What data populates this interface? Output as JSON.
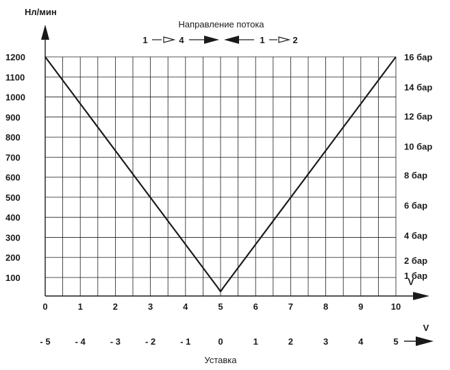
{
  "chart_data": {
    "type": "line",
    "ylabel": "Нл/мин",
    "flow_title": "Направление потока",
    "flow_left": {
      "from": "1",
      "to": "4"
    },
    "flow_right": {
      "from": "1",
      "to": "2"
    },
    "x_top_axis_label": "V",
    "x_top_ticks": [
      "0",
      "1",
      "2",
      "3",
      "4",
      "5",
      "6",
      "7",
      "8",
      "9",
      "10"
    ],
    "x_bottom_axis_label": "V",
    "x_bottom_ticks": [
      "- 5",
      "- 4",
      "- 3",
      "- 2",
      "- 1",
      "0",
      "1",
      "2",
      "3",
      "4",
      "5"
    ],
    "xlabel": "Уставка",
    "xlim": [
      0,
      10
    ],
    "y_ticks": [
      "100",
      "200",
      "300",
      "400",
      "500",
      "600",
      "700",
      "800",
      "900",
      "1000",
      "1100",
      "1200"
    ],
    "ylim": [
      0,
      1200
    ],
    "y2_labels": [
      {
        "text": "16 бар",
        "y": 1200
      },
      {
        "text": "14 бар",
        "y": 1050
      },
      {
        "text": "12 бар",
        "y": 905
      },
      {
        "text": "10 бар",
        "y": 755
      },
      {
        "text": "8 бар",
        "y": 610
      },
      {
        "text": "6 бар",
        "y": 460
      },
      {
        "text": "4 бар",
        "y": 310
      },
      {
        "text": "2 бар",
        "y": 185
      },
      {
        "text": "1 бар",
        "y": 110
      }
    ],
    "grid": true,
    "series": [
      {
        "x": [
          0,
          4.92,
          5,
          5.08,
          10
        ],
        "y": [
          1200,
          50,
          30,
          50,
          1200
        ]
      }
    ],
    "colors": {
      "line": "#1a1a1a",
      "background": "#ffffff"
    }
  }
}
